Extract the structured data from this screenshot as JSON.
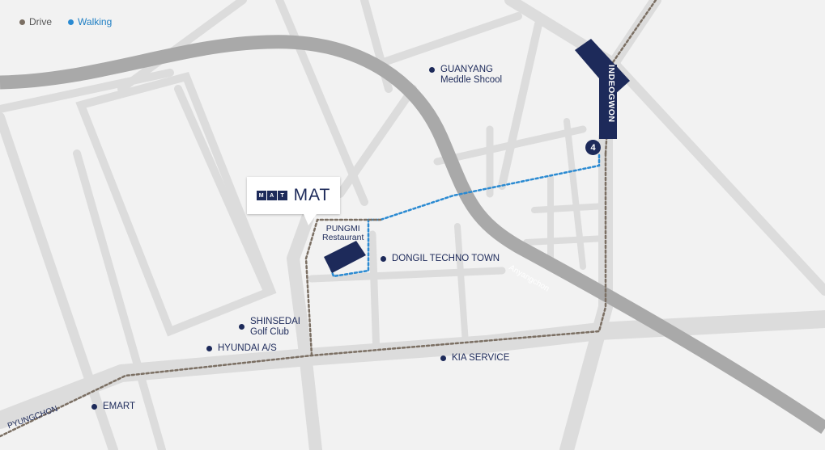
{
  "legend": {
    "drive": {
      "label": "Drive",
      "color": "#7b6f63"
    },
    "walking": {
      "label": "Walking",
      "color": "#2a8ad2"
    }
  },
  "brand": {
    "logo_letters": [
      "M",
      "A",
      "T"
    ],
    "name": "MAT",
    "color": "#1d2a5a"
  },
  "restaurant": {
    "line1": "PUNGMI",
    "line2": "Restaurant"
  },
  "station": {
    "name": "INDEOGWON",
    "exit": "4"
  },
  "roads": {
    "anyangchon": "Anyangchon",
    "pyungchon": "PYUNGCHON"
  },
  "pois": {
    "guanyang": {
      "line1": "GUANYANG",
      "line2": "Meddle Shcool"
    },
    "dongil": {
      "line1": "DONGIL TECHNO TOWN"
    },
    "shinsedai": {
      "line1": "SHINSEDAI",
      "line2": "Golf Club"
    },
    "hyundai": {
      "line1": "HYUNDAI A/S"
    },
    "kia": {
      "line1": "KIA SERVICE"
    },
    "emart": {
      "line1": "EMART"
    }
  },
  "colors": {
    "background": "#f2f2f2",
    "road": "#dcdcdc",
    "highway": "#a9a9a9",
    "marker": "#1d2a5a"
  }
}
